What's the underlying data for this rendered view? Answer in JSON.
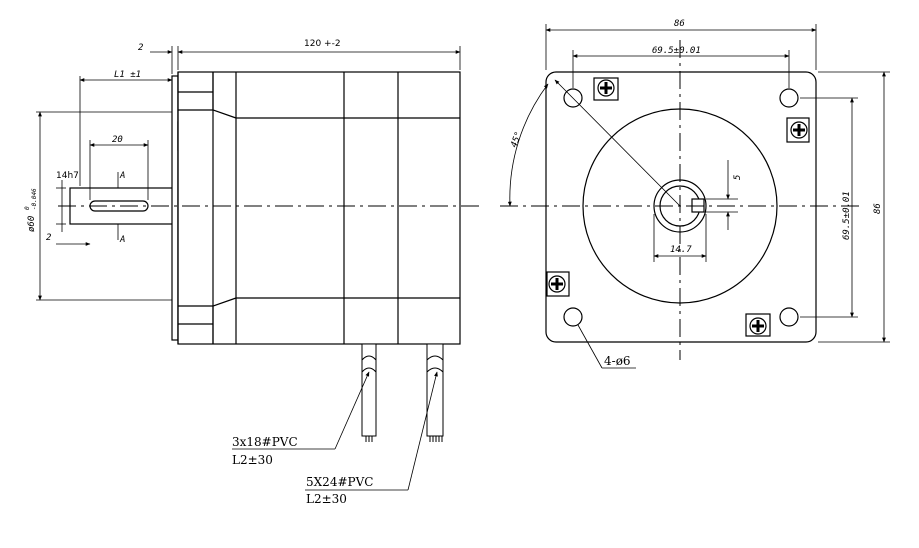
{
  "side_view": {
    "length_label": "120 +-2",
    "flange_label": "2",
    "l1_label": "L1 ±1",
    "key_length_label": "20",
    "section_mark_top": "A",
    "section_mark_bottom": "A",
    "shaft_fit_label": "14h7",
    "pilot_dia_label": "ø60",
    "pilot_tol_upper": "0",
    "pilot_tol_lower": "-0.046",
    "key_offset_label": "2",
    "cable1_spec": "3x18#PVC",
    "cable1_length": "L2±30",
    "cable2_spec": "5X24#PVC",
    "cable2_length": "L2±30"
  },
  "front_view": {
    "width_label": "86",
    "hole_spacing_h_label": "69.5±0.01",
    "height_label": "86",
    "hole_spacing_v_label": "69.5±0.01",
    "angle_label": "45°",
    "key_width_label": "5",
    "shaft_flat_label": "14.7",
    "holes_label": "4-ø6"
  }
}
